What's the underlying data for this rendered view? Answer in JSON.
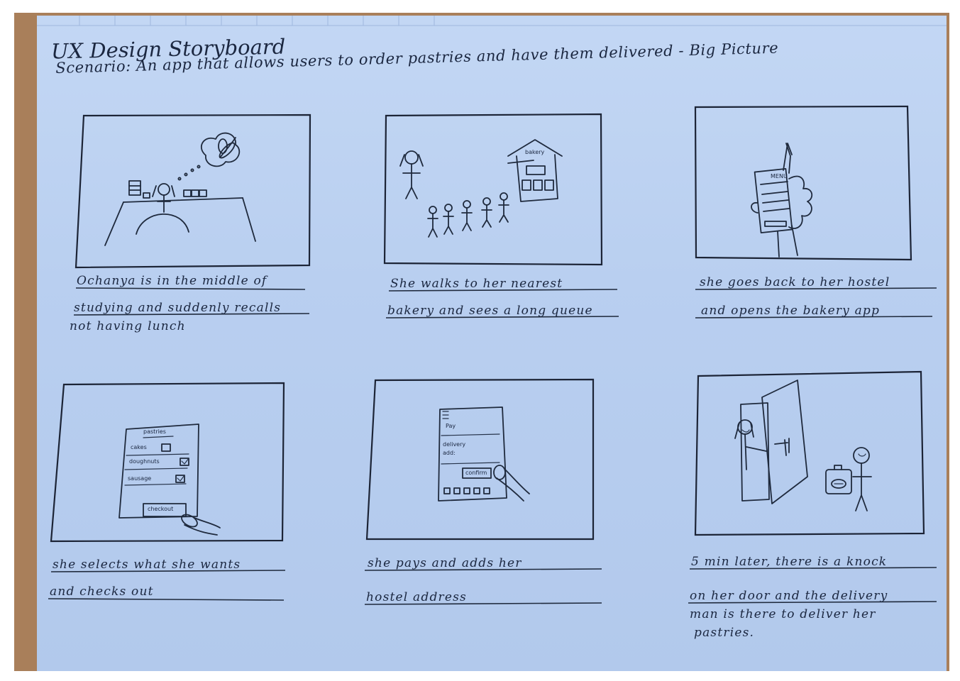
{
  "storyboard": {
    "title": "UX Design Storyboard",
    "scenario": "Scenario: An app that allows users to order pastries and have them delivered - Big Picture",
    "panels": [
      {
        "caption": [
          "Ochanya is in the middle of",
          "studying and suddenly recalls",
          "not having lunch"
        ]
      },
      {
        "caption": [
          "She walks to her nearest",
          "bakery and sees a long queue"
        ]
      },
      {
        "caption": [
          "she goes back to her hostel",
          "and opens the bakery app"
        ]
      },
      {
        "caption": [
          "she selects what she wants",
          "and checks out"
        ]
      },
      {
        "caption": [
          "she pays and adds her",
          "hostel address"
        ]
      },
      {
        "caption": [
          "5 min later, there is a knock",
          "on her door and the delivery",
          "man is there to deliver her",
          "pastries."
        ]
      }
    ],
    "sketch_labels": {
      "bakery_sign": "bakery",
      "menu_sign": "MENU",
      "list_header": "pastries",
      "items": [
        "cakes",
        "doughnuts",
        "sausage"
      ],
      "checkout_button": "checkout",
      "pay_heading": "Pay",
      "delivery_label": "delivery",
      "address_label": "add:",
      "confirm_button": "confirm"
    }
  }
}
